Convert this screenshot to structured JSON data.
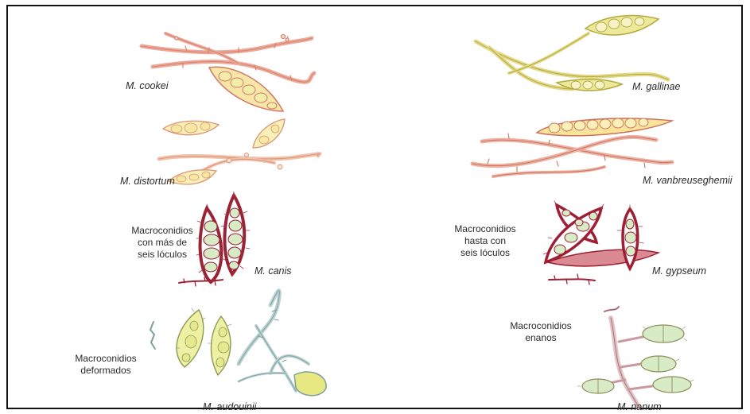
{
  "species": {
    "cookei": "M. cookei",
    "gallinae": "M. gallinae",
    "distortum": "M. distortum",
    "vanbreuseghemii": "M. vanbreuseghemii",
    "canis": "M. canis",
    "gypseum": "M. gypseum",
    "audouinii": "M. audouinii",
    "nanum": "M. nanum"
  },
  "notes": {
    "more_than_six": [
      "Macroconidios",
      "con más de",
      "seis lóculos"
    ],
    "up_to_six": [
      "Macroconidios",
      "hasta con",
      "seis lóculos"
    ],
    "deformed": [
      "Macroconidios",
      "deformados"
    ],
    "dwarf": [
      "Macroconidios",
      "enanos"
    ]
  },
  "colors": {
    "cookei": "#e59a86",
    "gallinae": "#d2c75a",
    "distortum": "#e9ad8f",
    "vanbreuseghemii": "#dd8c7a",
    "canis_wall": "#9a2436",
    "gypseum_wall": "#9e1f33",
    "audouinii_conidia": "#e7e79a",
    "audouinii_hypha": "#a9c2c2",
    "nanum_stalk": "#c99aa0",
    "cell_fill": "#f6f2c6",
    "green_cell": "#d7ebc6"
  }
}
